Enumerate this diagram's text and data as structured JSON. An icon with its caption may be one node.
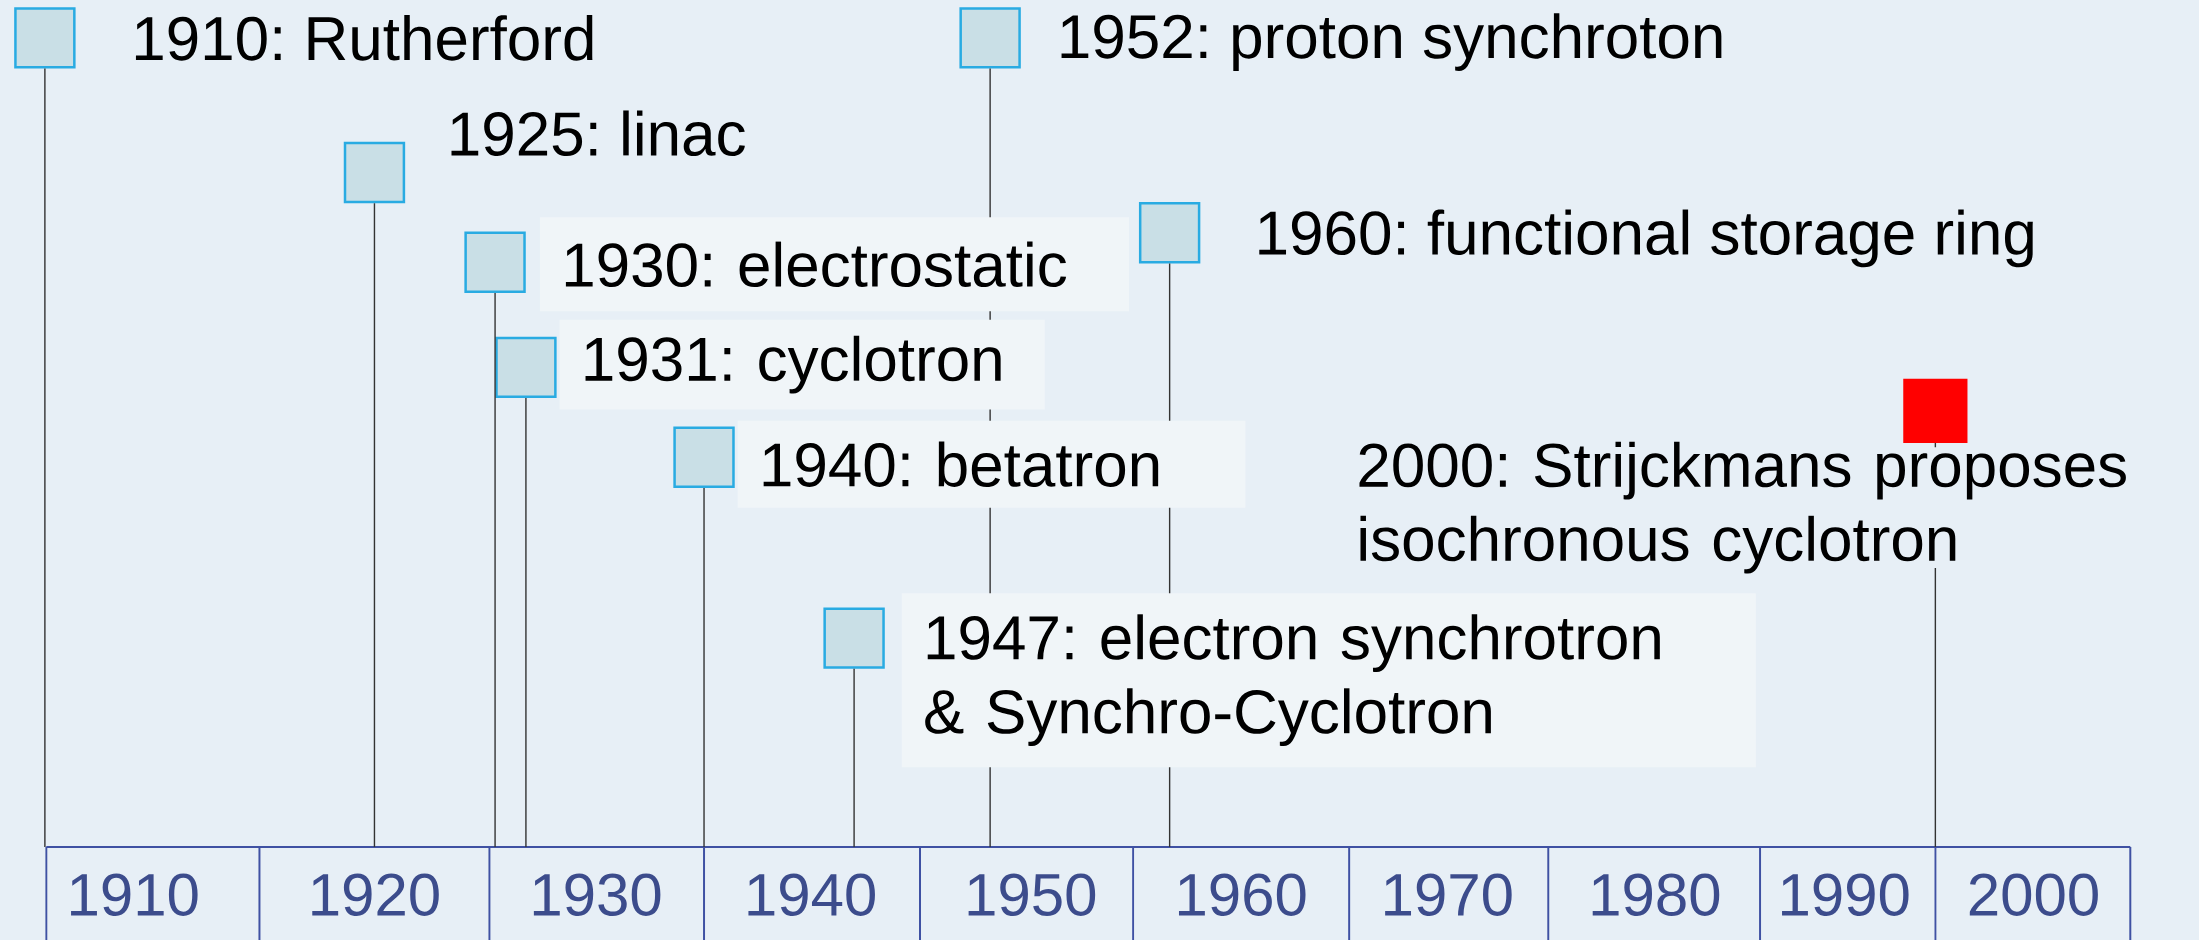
{
  "diagram": {
    "nodes": [
      {
        "text": [],
        "shape": "box",
        "beside": [
          "1910: Rutherford"
        ]
      },
      {
        "text": [],
        "shape": "box",
        "beside": [
          "1925: linac"
        ]
      },
      {
        "text": [],
        "shape": "box",
        "beside": [
          "1930: electrostatic"
        ]
      },
      {
        "text": [],
        "shape": "box",
        "beside": [
          "1931: cyclotron"
        ]
      },
      {
        "text": [],
        "shape": "box",
        "beside": [
          "1940: betatron"
        ]
      },
      {
        "text": [],
        "shape": "box",
        "beside": [
          "1947: electron synchrotron & Synchro-Cyclotron"
        ]
      },
      {
        "text": [],
        "shape": "box",
        "beside": [
          "1952: proton synchroton"
        ]
      },
      {
        "text": [],
        "shape": "box",
        "beside": [
          "1960: functional storage ring"
        ]
      },
      {
        "text": [],
        "shape": "box",
        "beside": [
          "2000: Strijckmans proposes isochronous cyclotron"
        ]
      }
    ],
    "edges": [
      {
        "from": 0,
        "to": null,
        "arrow": "none"
      },
      {
        "from": 1,
        "to": null,
        "arrow": "none"
      },
      {
        "from": 2,
        "to": null,
        "arrow": "none"
      },
      {
        "from": 3,
        "to": null,
        "arrow": "none"
      },
      {
        "from": 4,
        "to": null,
        "arrow": "none"
      },
      {
        "from": 5,
        "to": null,
        "arrow": "none"
      },
      {
        "from": 6,
        "to": null,
        "arrow": "none"
      },
      {
        "from": 7,
        "to": null,
        "arrow": "none"
      },
      {
        "from": 8,
        "to": null,
        "arrow": "none"
      }
    ],
    "labels": [
      "1910",
      "1920",
      "1930",
      "1940",
      "1950",
      "1960",
      "1970",
      "1980",
      "1990",
      "2000"
    ]
  }
}
